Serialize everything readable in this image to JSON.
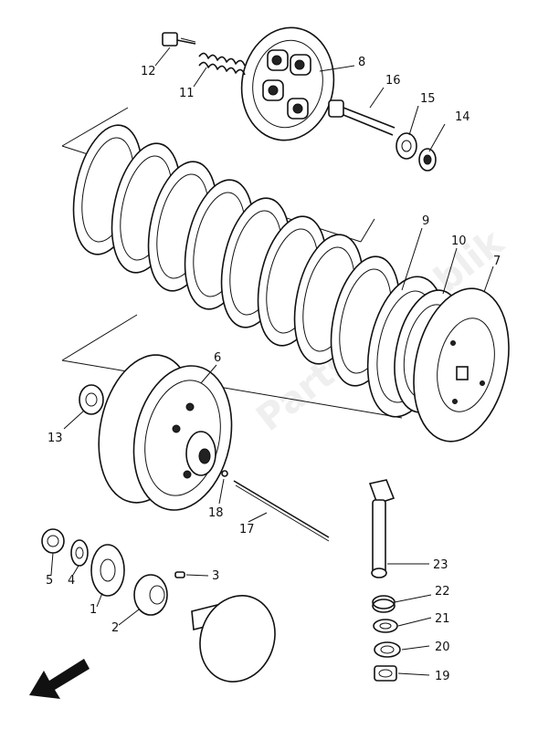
{
  "callouts": [
    {
      "id": "c1",
      "label": "1"
    },
    {
      "id": "c2",
      "label": "2"
    },
    {
      "id": "c3",
      "label": "3"
    },
    {
      "id": "c4",
      "label": "4"
    },
    {
      "id": "c5",
      "label": "5"
    },
    {
      "id": "c6",
      "label": "6"
    },
    {
      "id": "c7",
      "label": "7"
    },
    {
      "id": "c8",
      "label": "8"
    },
    {
      "id": "c9",
      "label": "9"
    },
    {
      "id": "c10",
      "label": "10"
    },
    {
      "id": "c11",
      "label": "11"
    },
    {
      "id": "c12",
      "label": "12"
    },
    {
      "id": "c13",
      "label": "13"
    },
    {
      "id": "c14",
      "label": "14"
    },
    {
      "id": "c15",
      "label": "15"
    },
    {
      "id": "c16",
      "label": "16"
    },
    {
      "id": "c17",
      "label": "17"
    },
    {
      "id": "c18",
      "label": "18"
    },
    {
      "id": "c19",
      "label": "19"
    },
    {
      "id": "c20",
      "label": "20"
    },
    {
      "id": "c21",
      "label": "21"
    },
    {
      "id": "c22",
      "label": "22"
    },
    {
      "id": "c23",
      "label": "23"
    }
  ],
  "watermark": "Parts Republik",
  "colors": {
    "ink": "#111111",
    "paper": "#ffffff"
  }
}
